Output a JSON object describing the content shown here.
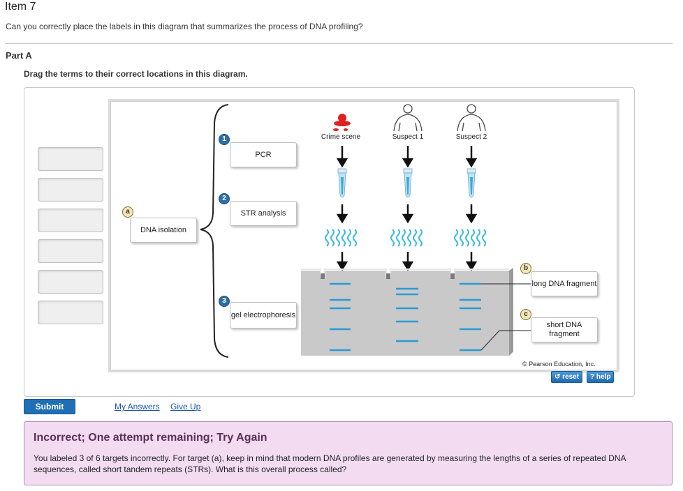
{
  "item": {
    "title": "Item 7",
    "question": "Can you correctly place the labels in this diagram that summarizes the process of DNA profiling?"
  },
  "part": {
    "title": "Part A",
    "instruction": "Drag the terms to their correct locations in this diagram."
  },
  "diagram": {
    "steps": [
      {
        "number": "1",
        "label": "PCR"
      },
      {
        "number": "2",
        "label": "STR analysis"
      },
      {
        "number": "3",
        "label": "gel electrophoresis"
      }
    ],
    "targets": [
      {
        "letter": "a",
        "label": "DNA isolation"
      },
      {
        "letter": "b",
        "label": "long DNA fragment"
      },
      {
        "letter": "c",
        "label": "short DNA fragment"
      }
    ],
    "columns": [
      "Crime scene",
      "Suspect 1",
      "Suspect 2"
    ],
    "copyright": "© Pearson Education, Inc.",
    "empty_slots": 6
  },
  "tools": {
    "reset": "reset",
    "help": "help"
  },
  "actions": {
    "submit": "Submit",
    "my_answers": "My Answers",
    "give_up": "Give Up"
  },
  "feedback": {
    "title": "Incorrect; One attempt remaining; Try Again",
    "text": "You labeled 3 of 6 targets incorrectly. For target (a), keep in mind that modern DNA profiles are generated by measuring the lengths of a series of repeated DNA sequences, called short tandem repeats (STRs). What is this overall process called?"
  },
  "colors": {
    "accent": "#1e6fb6",
    "feedback_bg": "#f3dcf2",
    "gel": "#d0d0d0",
    "band": "#2a9ad6",
    "dna": "#3bbbe0"
  }
}
